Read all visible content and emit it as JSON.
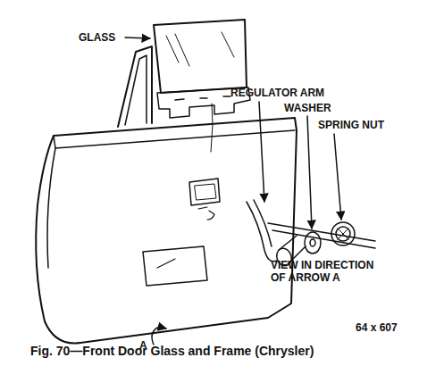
{
  "diagram": {
    "caption": "Fig. 70—Front Door Glass and Frame (Chrysler)",
    "labels": [
      "GLASS",
      "REGULATOR ARM",
      "WASHER",
      "SPRING NUT",
      "VIEW IN DIRECTION OF ARROW A",
      "A",
      "64 x 607"
    ]
  }
}
